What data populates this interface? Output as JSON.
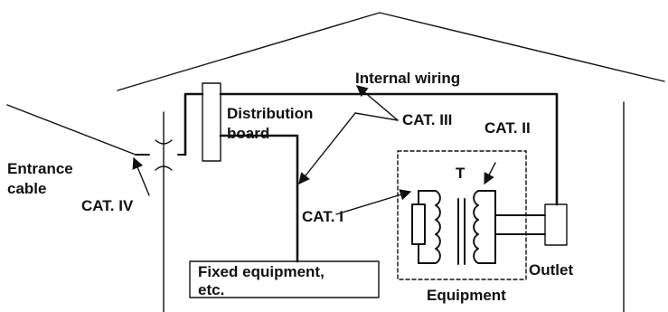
{
  "labels": {
    "internal_wiring": "Internal wiring",
    "distribution_board_line1": "Distribution",
    "distribution_board_line2": "board",
    "cat_iii": "CAT. III",
    "cat_ii": "CAT. II",
    "transformer": "T",
    "entrance_cable_line1": "Entrance",
    "entrance_cable_line2": "cable",
    "cat_iv": "CAT. IV",
    "cat_i": "CAT. I",
    "fixed_equipment_line1": "Fixed equipment,",
    "fixed_equipment_line2": "etc.",
    "outlet": "Outlet",
    "equipment": "Equipment"
  },
  "colors": {
    "line": "#111111",
    "background": "#ffffff"
  }
}
